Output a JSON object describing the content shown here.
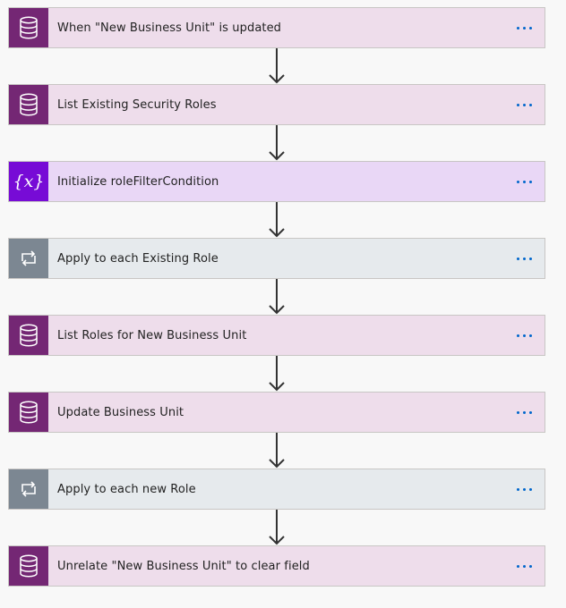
{
  "flow": {
    "steps": [
      {
        "title": "When \"New Business Unit\" is updated",
        "kind": "dataverse",
        "icon": "database-icon"
      },
      {
        "title": "List Existing Security Roles",
        "kind": "dataverse",
        "icon": "database-icon"
      },
      {
        "title": "Initialize roleFilterCondition",
        "kind": "variable",
        "icon": "variable-icon"
      },
      {
        "title": "Apply to each Existing Role",
        "kind": "loop",
        "icon": "loop-icon"
      },
      {
        "title": "List Roles for New Business Unit",
        "kind": "dataverse",
        "icon": "database-icon"
      },
      {
        "title": "Update Business Unit",
        "kind": "dataverse",
        "icon": "database-icon"
      },
      {
        "title": "Apply to each new Role",
        "kind": "loop",
        "icon": "loop-icon"
      },
      {
        "title": "Unrelate \"New Business Unit\" to clear field",
        "kind": "dataverse",
        "icon": "database-icon"
      }
    ]
  },
  "colors": {
    "dataverse_icon_bg": "#742774",
    "variable_icon_bg": "#770bd6",
    "loop_icon_bg": "#7c8792",
    "more_dots": "#0066cc",
    "connector": "#333333"
  }
}
